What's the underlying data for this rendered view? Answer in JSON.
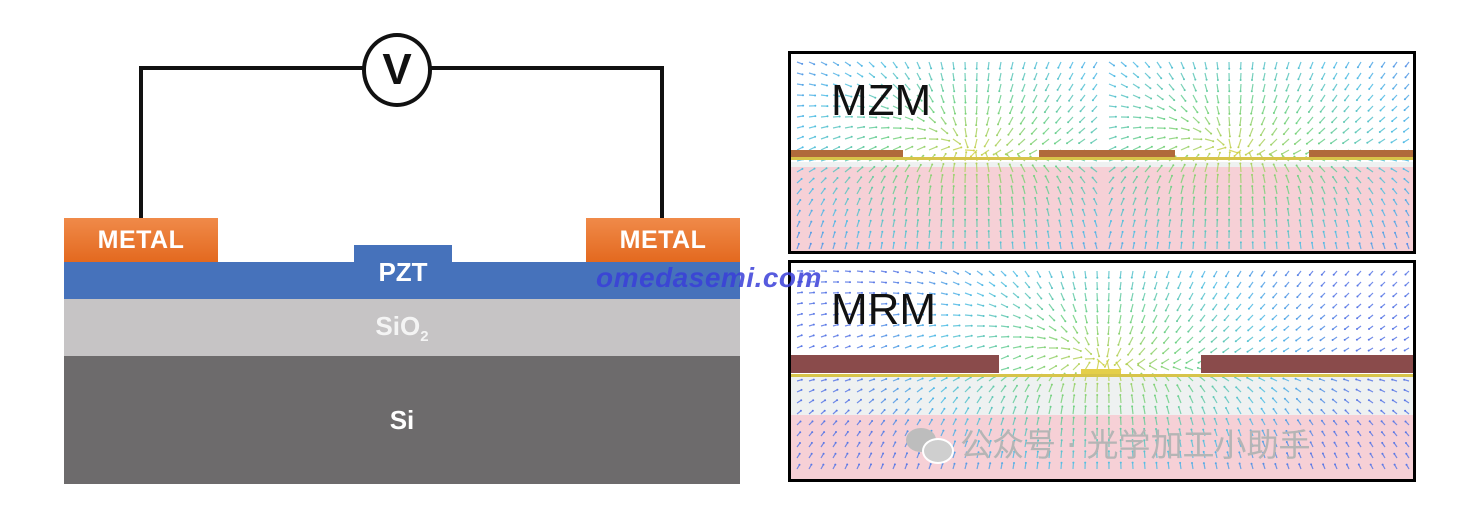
{
  "left_diagram": {
    "voltmeter_symbol": "V",
    "metal_left_label": "METAL",
    "metal_right_label": "METAL",
    "pzt_label": "PZT",
    "sio2_label_main": "SiO",
    "sio2_label_sub": "2",
    "si_label": "Si",
    "colors": {
      "metal": "#e8742e",
      "pzt": "#4672bb",
      "sio2": "#c6c4c5",
      "si": "#6d6b6c"
    }
  },
  "right_panels": {
    "top_label": "MZM",
    "bottom_label": "MRM"
  },
  "watermarks": {
    "url": "omedasemi.com",
    "wechat_text": "公众号 · 光学加工小助手"
  }
}
